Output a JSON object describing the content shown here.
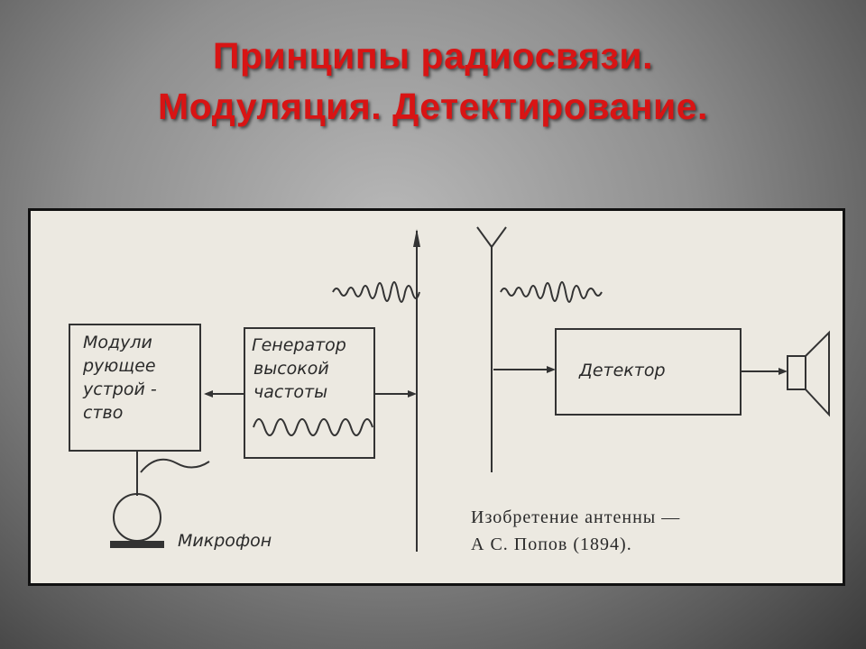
{
  "title": {
    "line1": "Принципы радиосвязи.",
    "line2": "Модуляция. Детектирование."
  },
  "diagram": {
    "modulator": {
      "line1": "Модули",
      "line2": "рующее",
      "line3": "устрой -",
      "line4": "ство"
    },
    "generator": {
      "line1": "Генератор",
      "line2": "высокой",
      "line3": "частоты"
    },
    "detector": "Детектор",
    "microphone": "Микрофон",
    "caption": {
      "line1": "Изобретение       антенны —",
      "line2": "А   С. Попов  (1894)."
    }
  }
}
